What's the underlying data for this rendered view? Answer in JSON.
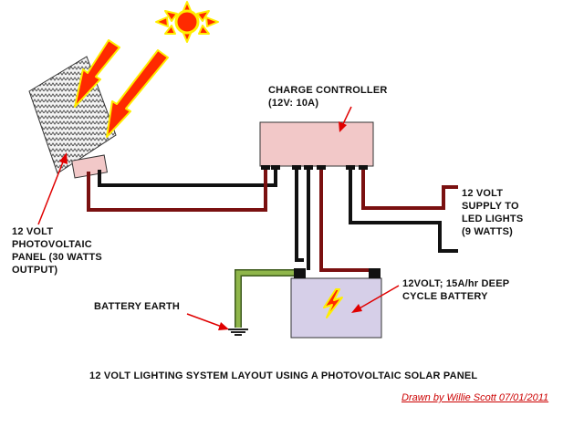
{
  "labels": {
    "charge_controller": "CHARGE CONTROLLER\n(12V: 10A)",
    "panel": "12 VOLT\nPHOTOVOLTAIC\nPANEL (30 WATTS\nOUTPUT)",
    "led_supply": "12 VOLT\nSUPPLY TO\nLED LIGHTS\n(9 WATTS)",
    "battery": "12VOLT; 15A/hr DEEP\nCYCLE BATTERY",
    "earth": "BATTERY EARTH"
  },
  "caption": {
    "title": "12 VOLT LIGHTING SYSTEM LAYOUT USING A PHOTOVOLTAIC SOLAR PANEL",
    "credit": "Drawn by Willie Scott 07/01/2011"
  },
  "colors": {
    "sun": "#ff2a00",
    "sun_glow": "#ffee00",
    "controller": "#f2c8c8",
    "battery": "#d6cfe8",
    "wire_positive": "#7a1010",
    "wire_negative": "#111111",
    "earth_wire": "#8fb64a",
    "annotation": "#e00000",
    "credit": "#cc0000"
  }
}
